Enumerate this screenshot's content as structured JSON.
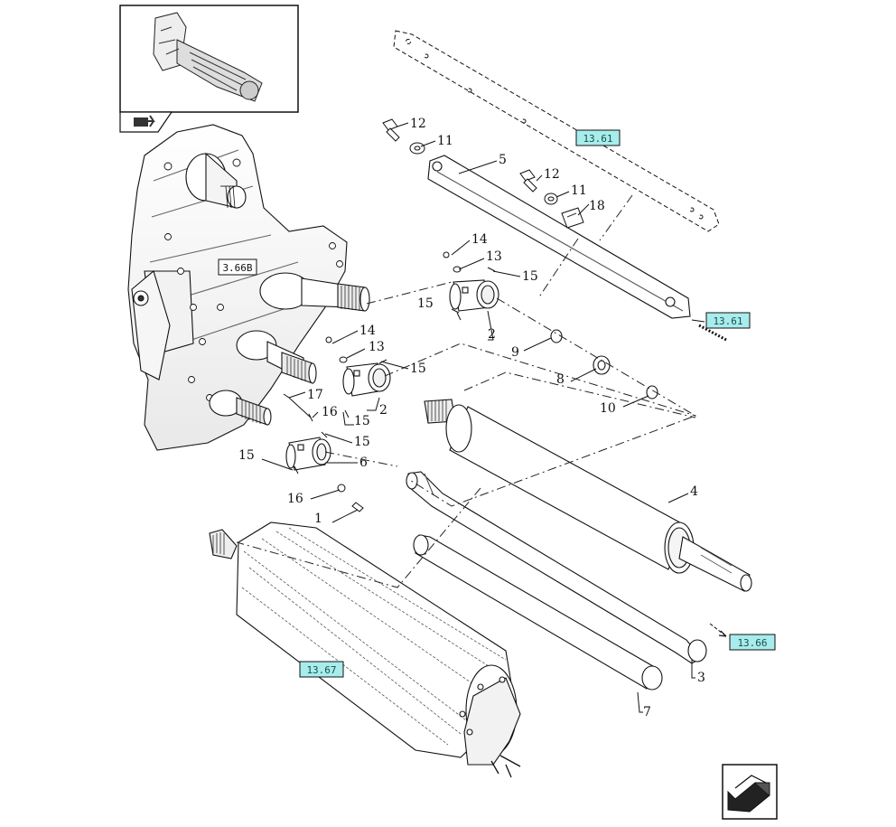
{
  "callouts": {
    "c1": "1",
    "c2a": "2",
    "c2b": "2",
    "c3": "3",
    "c4": "4",
    "c5": "5",
    "c6": "6",
    "c7": "7",
    "c8": "8",
    "c9": "9",
    "c10": "10",
    "c11a": "11",
    "c11b": "11",
    "c12a": "12",
    "c12b": "12",
    "c13a": "13",
    "c13b": "13",
    "c14a": "14",
    "c14b": "14",
    "c15a": "15",
    "c15b": "15",
    "c15c": "15",
    "c15d": "15",
    "c15e": "15",
    "c15f": "15",
    "c16a": "16",
    "c16b": "16",
    "c17": "17",
    "c18": "18"
  },
  "refs": {
    "r1": "13.61",
    "r2": "13.61",
    "r3": "13.66",
    "r4": "13.67",
    "r5": "3.66B"
  },
  "colors": {
    "ref_fill": "#a8ecec",
    "line": "#111111"
  }
}
